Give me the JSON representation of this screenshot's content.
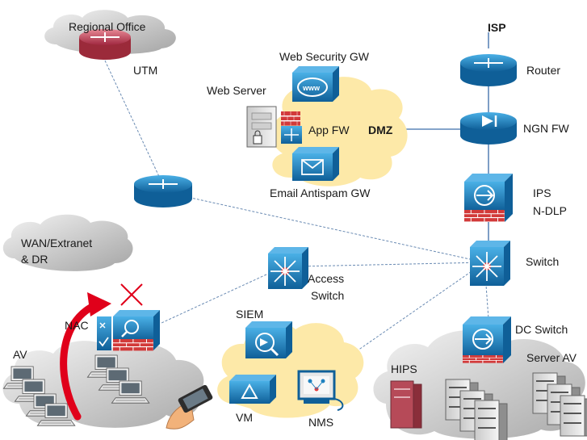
{
  "labels": {
    "regional_office": "Regional Office",
    "utm": "UTM",
    "web_security_gw": "Web Security GW",
    "web_server": "Web Server",
    "app_fw": "App FW",
    "dmz": "DMZ",
    "email_gw": "Email Antispam GW",
    "isp": "ISP",
    "router": "Router",
    "ngn_fw": "NGN FW",
    "ips": "IPS",
    "ndlp": "N-DLP",
    "wan_line1": "WAN/Extranet",
    "wan_line2": "& DR",
    "switch": "Switch",
    "access_line1": "Access",
    "access_line2": "Switch",
    "nac": "NAC",
    "siem": "SIEM",
    "av": "AV",
    "vm": "VM",
    "nms": "NMS",
    "dc_switch": "DC Switch",
    "hips": "HIPS",
    "server_av": "Server AV"
  },
  "colors": {
    "cloud_yellow": "#fde9a8",
    "cloud_grey": "#d6dade",
    "cisco_blue": "#1f82c0",
    "router_red": "#c8485a",
    "arrow_red": "#e0001a"
  }
}
